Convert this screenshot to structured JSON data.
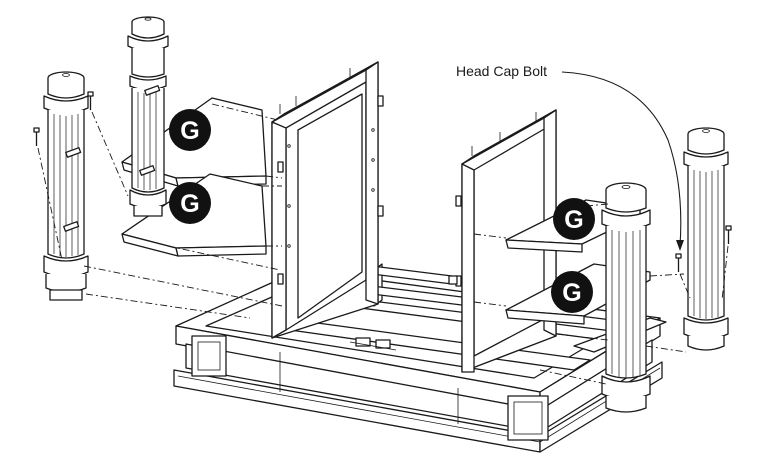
{
  "callout": {
    "label": "Head Cap Bolt"
  },
  "badges": [
    {
      "label": "G"
    },
    {
      "label": "G"
    },
    {
      "label": "G"
    },
    {
      "label": "G"
    }
  ],
  "colors": {
    "line": "#1a1a1a",
    "badge_fill": "#111111",
    "background": "#ffffff"
  }
}
